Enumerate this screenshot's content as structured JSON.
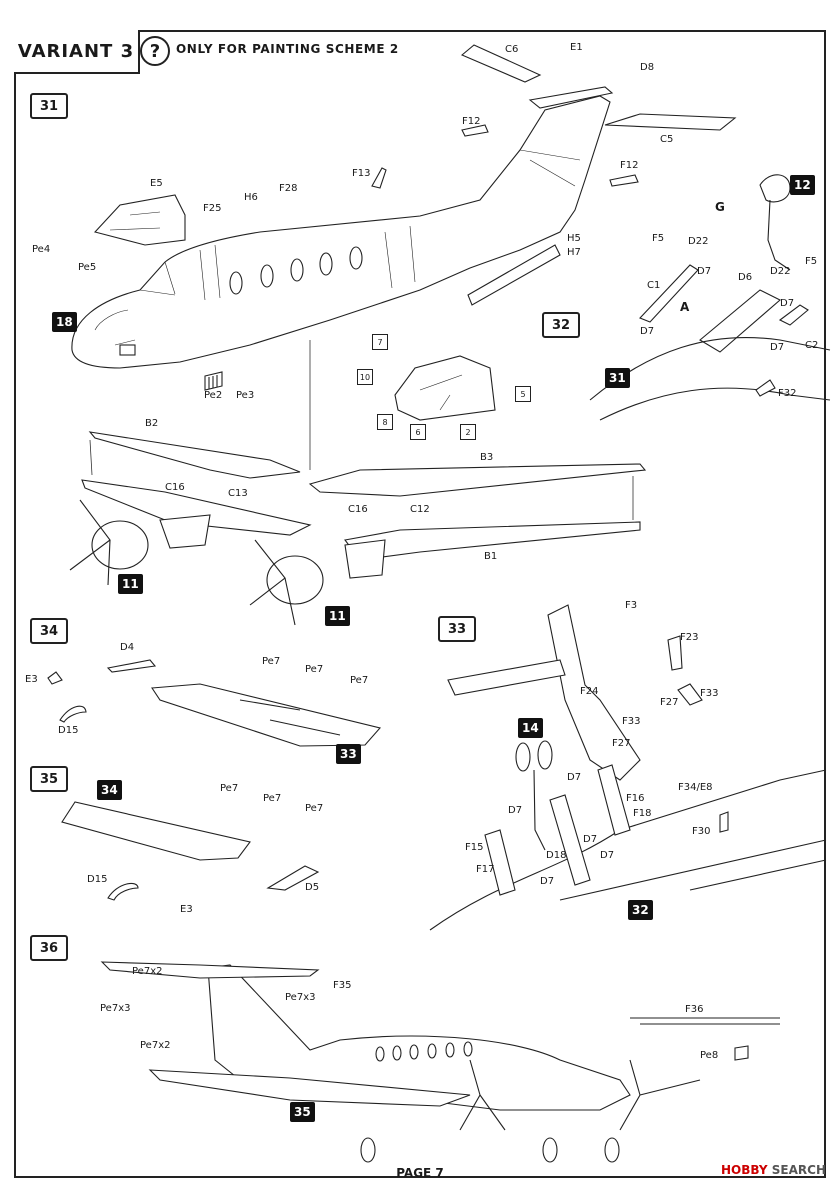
{
  "header": {
    "variant": "VARIANT 3",
    "question_mark": "?",
    "note": "ONLY FOR PAINTING SCHEME 2"
  },
  "steps": [
    "31",
    "32",
    "33",
    "34",
    "35",
    "36"
  ],
  "ref_badges": {
    "step31_nose": "18",
    "step31_eng_left": "11",
    "step31_eng_right": "11",
    "step31_to_32": "32",
    "step32_gear": "12",
    "step32_wing": "31",
    "step33_gear": "14",
    "step33_wing": "32",
    "step34_wing": "33",
    "step35_wing": "34",
    "step36_wing": "35"
  },
  "labels_31": [
    "E5",
    "F25",
    "H6",
    "F28",
    "F13",
    "F12",
    "F12",
    "C6",
    "E1",
    "D8",
    "C5",
    "H5",
    "H7",
    "Pe4",
    "Pe5",
    "Pe2",
    "Pe3",
    "B2",
    "B3",
    "C16",
    "C13",
    "C16",
    "C12",
    "B1"
  ],
  "canopy_parts": [
    "7",
    "10",
    "8",
    "6",
    "2",
    "5"
  ],
  "labels_32": [
    "G",
    "F5",
    "D22",
    "D7",
    "D6",
    "D22",
    "F5",
    "C1",
    "A",
    "D7",
    "D7",
    "D7",
    "C2",
    "F32"
  ],
  "labels_33": [
    "F3",
    "F23",
    "F24",
    "F33",
    "F27",
    "F33",
    "F27",
    "D7",
    "F34/E8",
    "D7",
    "F16",
    "F18",
    "F30",
    "D7",
    "F15",
    "D18",
    "D7",
    "F17",
    "D7"
  ],
  "labels_34": [
    "D4",
    "Pe7",
    "Pe7",
    "Pe7",
    "E3",
    "D15"
  ],
  "labels_35": [
    "Pe7",
    "Pe7",
    "Pe7",
    "D15",
    "D5",
    "E3"
  ],
  "labels_36": [
    "Pe7x2",
    "Pe7x3",
    "Pe7x3",
    "F35",
    "Pe7x2",
    "F36",
    "Pe8"
  ],
  "footer": {
    "page": "PAGE 7",
    "watermark_brand": "HOBBY",
    "watermark_rest": " SEARCH"
  }
}
